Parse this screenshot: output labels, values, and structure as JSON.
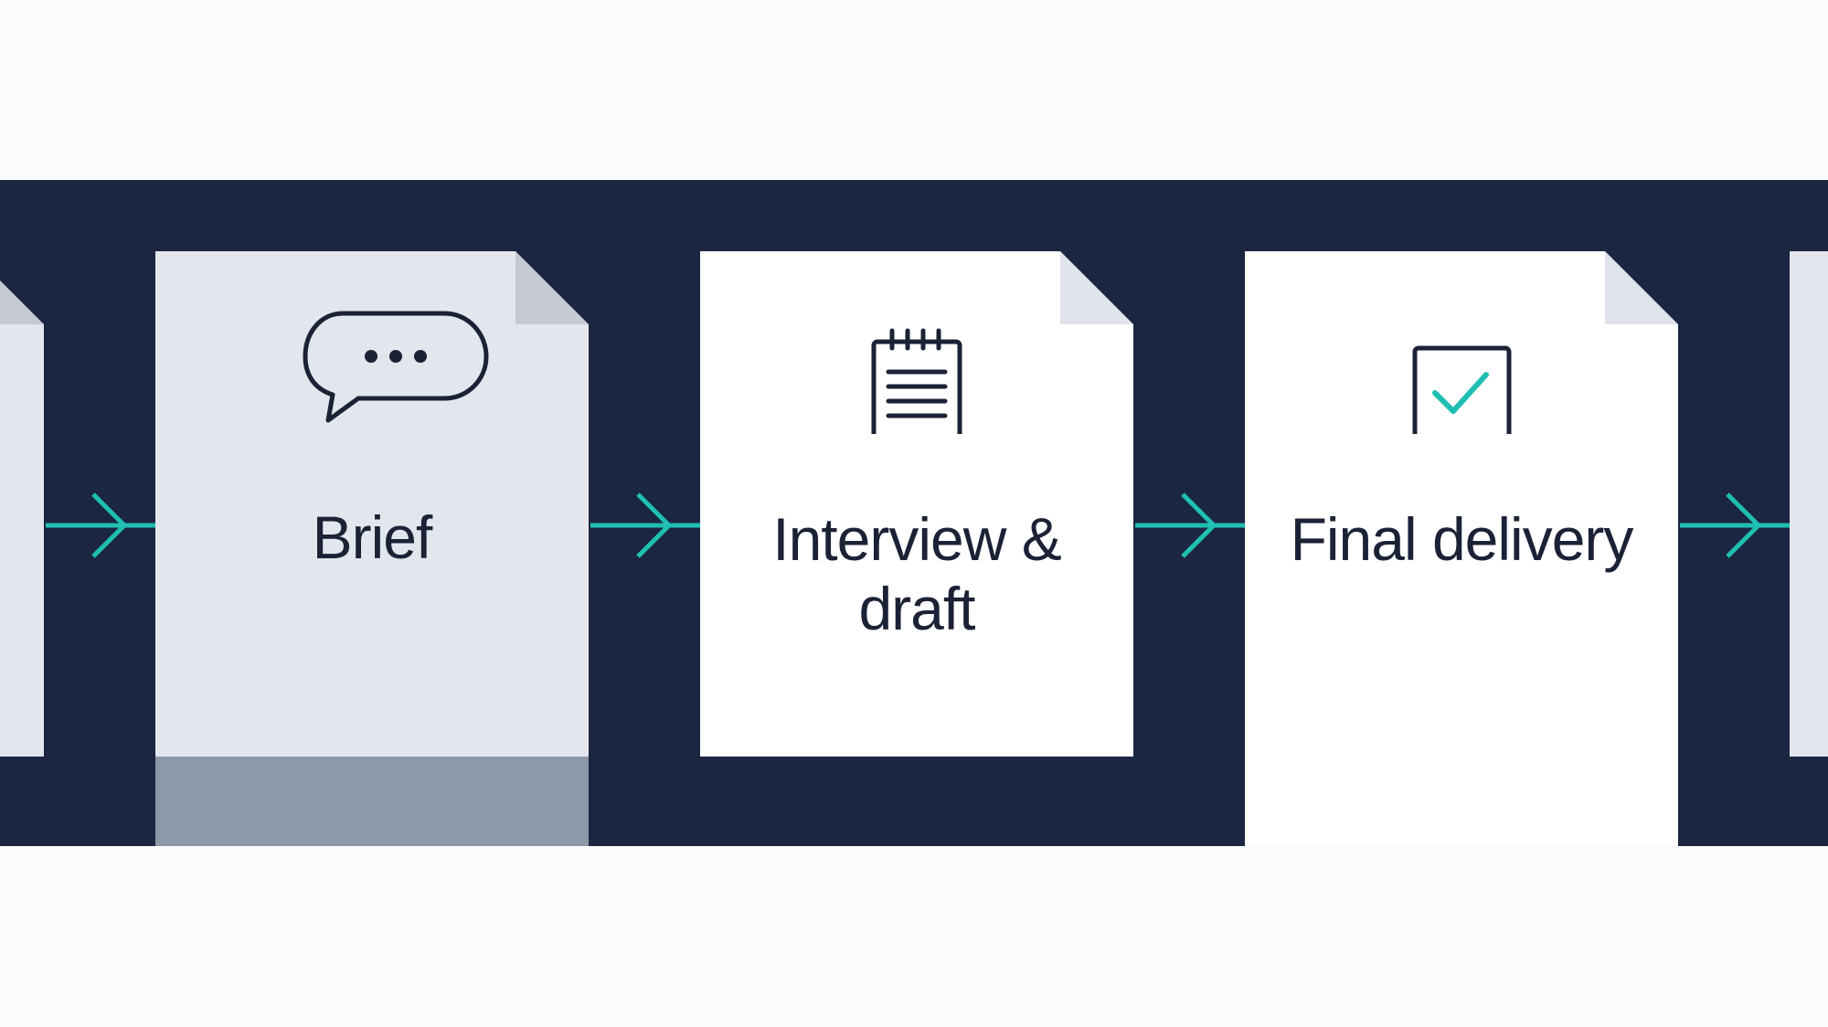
{
  "steps": [
    {
      "id": "brief",
      "label": "Brief",
      "icon": "speech-bubble-icon"
    },
    {
      "id": "interview",
      "label": "Interview & draft",
      "icon": "notepad-icon"
    },
    {
      "id": "delivery",
      "label": "Final delivery",
      "icon": "checkbox-icon"
    }
  ],
  "colors": {
    "band": "#1b2641",
    "accent": "#1fbfb3",
    "card": "#ffffff",
    "card_muted": "#e3e6ec",
    "text": "#1b2236"
  }
}
